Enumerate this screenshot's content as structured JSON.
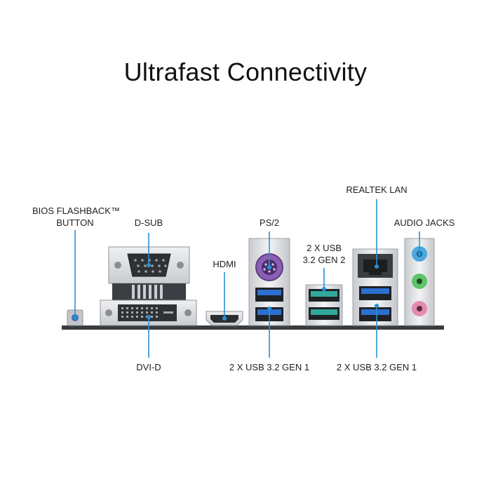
{
  "title": "Ultrafast Connectivity",
  "labels": {
    "bios_line1": "BIOS FLASHBACK™",
    "bios_line2": "BUTTON",
    "dsub": "D-SUB",
    "dvid": "DVI-D",
    "hdmi": "HDMI",
    "ps2": "PS/2",
    "usb_gen2_line1": "2 X USB",
    "usb_gen2_line2": "3.2 GEN 2",
    "usb_gen1_left": "2 X USB 3.2 GEN 1",
    "usb_gen1_right": "2 X USB 3.2 GEN 1",
    "realtek_lan": "REALTEK LAN",
    "audio_jacks": "AUDIO JACKS"
  },
  "colors": {
    "pointer": "#2a8fd6",
    "usb_blue": "#2d6fd0",
    "usb_teal": "#2fa89a",
    "ps2_purple": "#8a5fb5",
    "audio_blue": "#4aa8e0",
    "audio_green": "#5cc46a",
    "audio_pink": "#e58ab0",
    "metal": "#d9dcdf"
  }
}
